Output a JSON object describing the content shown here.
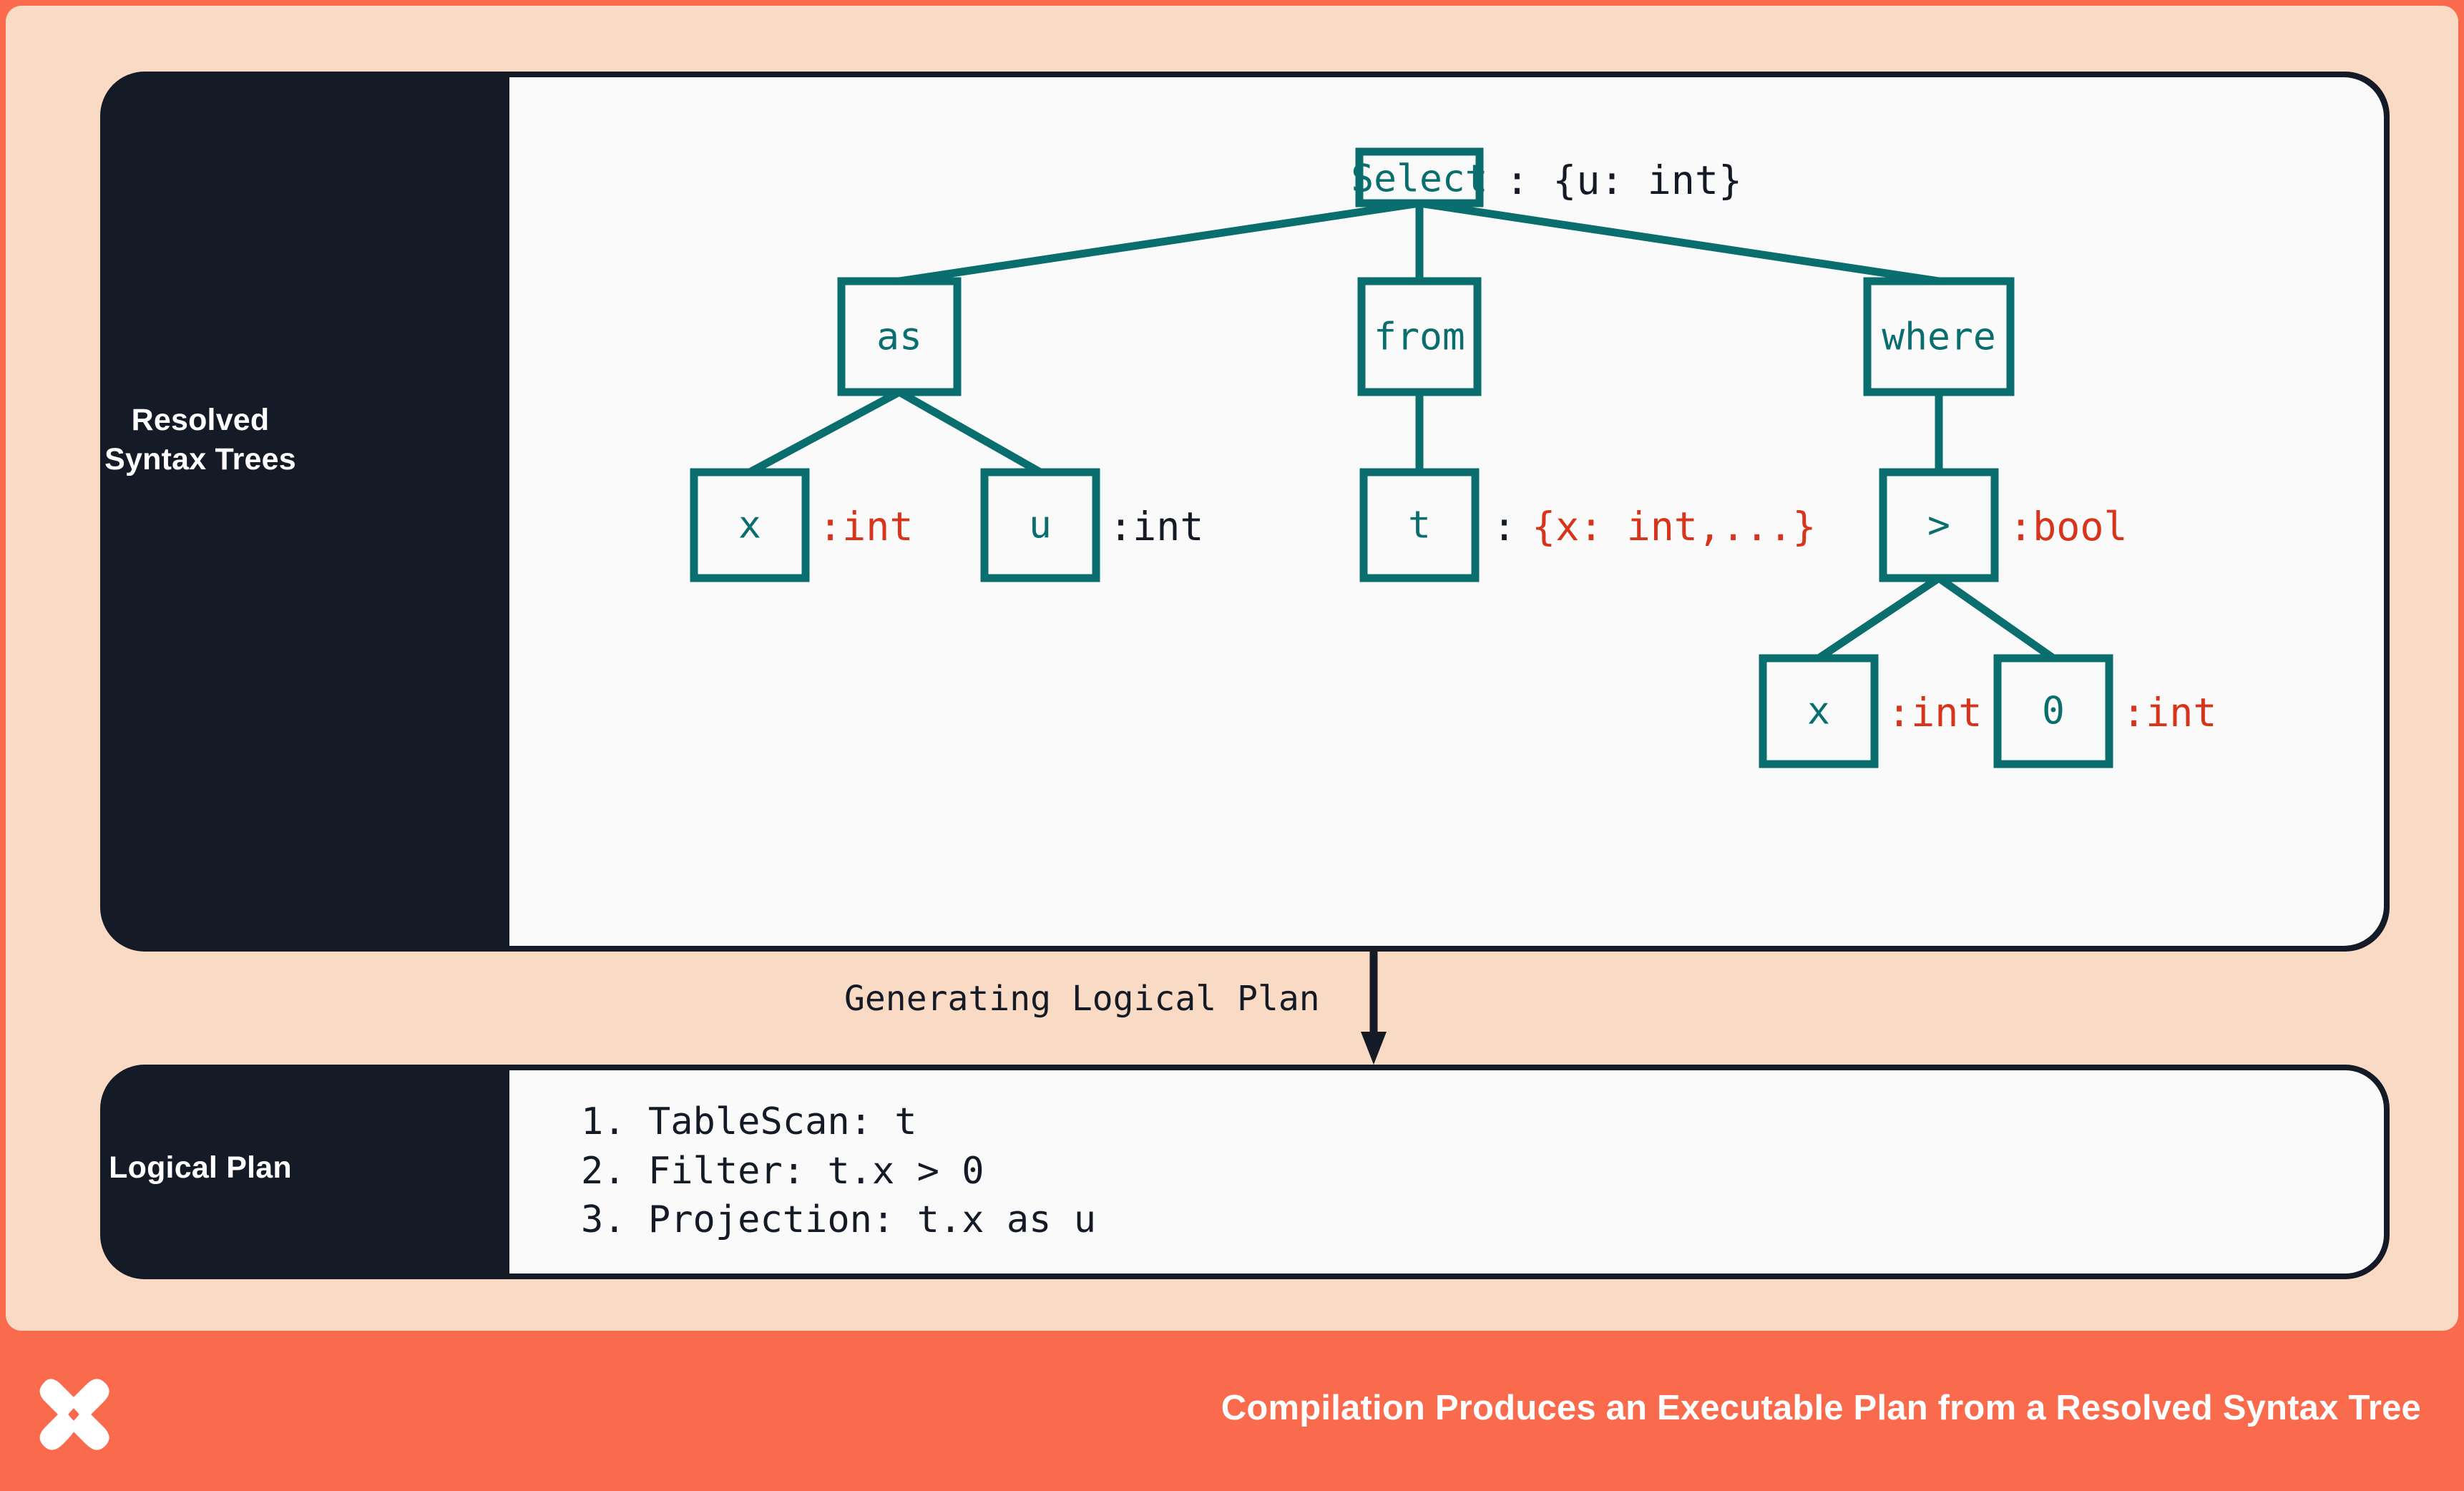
{
  "theme": {
    "background": "#FA6A4C",
    "canvas": "#F9DAC4",
    "panel_dark": "#141A26",
    "panel_light": "#FAFAFA",
    "teal": "#0A6E6E",
    "red": "#D8341B",
    "white": "#FFFFFF"
  },
  "sections": {
    "top": {
      "label": "Resolved\nSyntax Trees"
    },
    "bottom": {
      "label": "Logical Plan"
    }
  },
  "transition": {
    "label": "Generating Logical Plan",
    "arrow": "down-arrow"
  },
  "tree": {
    "nodes": [
      {
        "id": "select",
        "label": "Select",
        "annotation": ": {u: int}",
        "annotation_color": "dark"
      },
      {
        "id": "as",
        "label": "as",
        "annotation": "",
        "annotation_color": "none"
      },
      {
        "id": "from",
        "label": "from",
        "annotation": "",
        "annotation_color": "none"
      },
      {
        "id": "where",
        "label": "where",
        "annotation": "",
        "annotation_color": "none"
      },
      {
        "id": "as-x",
        "label": "x",
        "annotation": ":int",
        "annotation_color": "red"
      },
      {
        "id": "as-u",
        "label": "u",
        "annotation": ":int",
        "annotation_color": "dark"
      },
      {
        "id": "from-t",
        "label": "t",
        "annotation": ": {x: int,...}",
        "annotation_color": "mixed"
      },
      {
        "id": "gt",
        "label": ">",
        "annotation": ":bool",
        "annotation_color": "red"
      },
      {
        "id": "gt-x",
        "label": "x",
        "annotation": ":int",
        "annotation_color": "red"
      },
      {
        "id": "gt-0",
        "label": "0",
        "annotation": ":int",
        "annotation_color": "red"
      }
    ],
    "edges": [
      {
        "from": "select",
        "to": "as"
      },
      {
        "from": "select",
        "to": "from"
      },
      {
        "from": "select",
        "to": "where"
      },
      {
        "from": "as",
        "to": "as-x"
      },
      {
        "from": "as",
        "to": "as-u"
      },
      {
        "from": "from",
        "to": "from-t"
      },
      {
        "from": "where",
        "to": "gt"
      },
      {
        "from": "gt",
        "to": "gt-x"
      },
      {
        "from": "gt",
        "to": "gt-0"
      }
    ]
  },
  "plan": {
    "steps": [
      "1. TableScan: t",
      "2. Filter: t.x > 0",
      "3. Projection: t.x as u"
    ]
  },
  "footer": {
    "title": "Compilation Produces an Executable Plan from a Resolved Syntax Tree",
    "logo": "brand-x-logo"
  }
}
